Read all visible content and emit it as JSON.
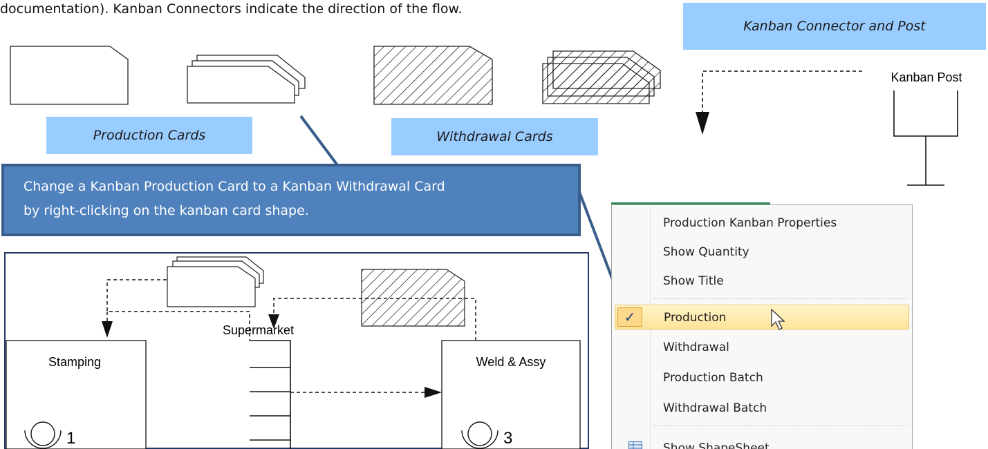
{
  "intro_text": "documentation).  Kanban Connectors indicate the direction of the flow.",
  "labels": {
    "connector_post": "Kanban Connector and Post",
    "production_cards": "Production Cards",
    "withdrawal_cards": "Withdrawal Cards",
    "kanban_post": "Kanban Post"
  },
  "callout": {
    "line1": "Change a Kanban Production Card to a Kanban Withdrawal Card",
    "line2": "by right-clicking on the kanban card shape."
  },
  "diagram": {
    "stamping": "Stamping",
    "stamping_operators": "1",
    "supermarket": "Supermarket",
    "weld_assy": "Weld & Assy",
    "weld_operators": "3"
  },
  "context_menu": {
    "items": [
      {
        "label": "Production Kanban Properties"
      },
      {
        "label": "Show Quantity"
      },
      {
        "label": "Show Title"
      },
      {
        "label": "Production",
        "checked": true,
        "selected": true
      },
      {
        "label": "Withdrawal"
      },
      {
        "label": "Production Batch"
      },
      {
        "label": "Withdrawal  Batch"
      },
      {
        "label": "Show ShapeSheet",
        "icon": "shapesheet-icon"
      }
    ],
    "check_glyph": "✓"
  },
  "colors": {
    "label_bg": "#99ccff",
    "callout_bg": "#4f81bd",
    "callout_border": "#385d8a",
    "diagram_border": "#1f3864",
    "menu_highlight": "#fde49a"
  }
}
